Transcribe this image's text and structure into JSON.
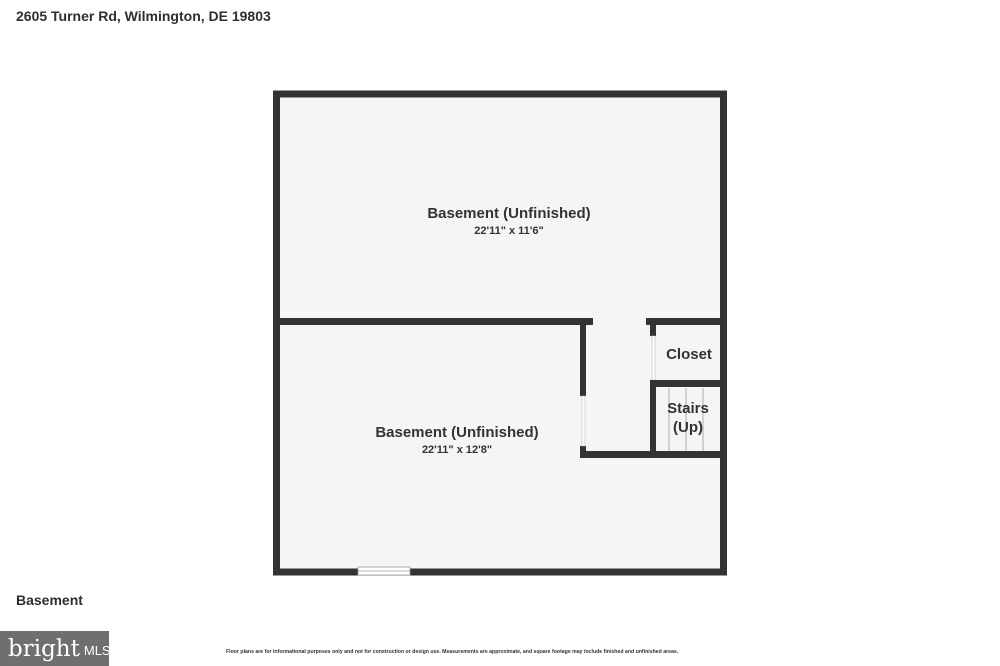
{
  "header": {
    "address": "2605 Turner Rd, Wilmington, DE 19803"
  },
  "floor": {
    "label": "Basement"
  },
  "rooms": {
    "upper": {
      "name": "Basement (Unfinished)",
      "dims": "22'11\" x 11'6\""
    },
    "lower": {
      "name": "Basement (Unfinished)",
      "dims": "22'11\" x 12'8\""
    },
    "closet": {
      "name": "Closet"
    },
    "stairs": {
      "name_line1": "Stairs",
      "name_line2": "(Up)"
    }
  },
  "footer": {
    "disclaimer": "Floor plans are for informational purposes only and not for construction or design use. Measurements are approximate, and square footage may include finished and unfinished areas.",
    "logo_word": "bright",
    "logo_suffix": "MLS"
  },
  "colors": {
    "wall": "#333333",
    "floor_fill": "#f5f5f5",
    "logo_bg": "#6f6f6f"
  }
}
